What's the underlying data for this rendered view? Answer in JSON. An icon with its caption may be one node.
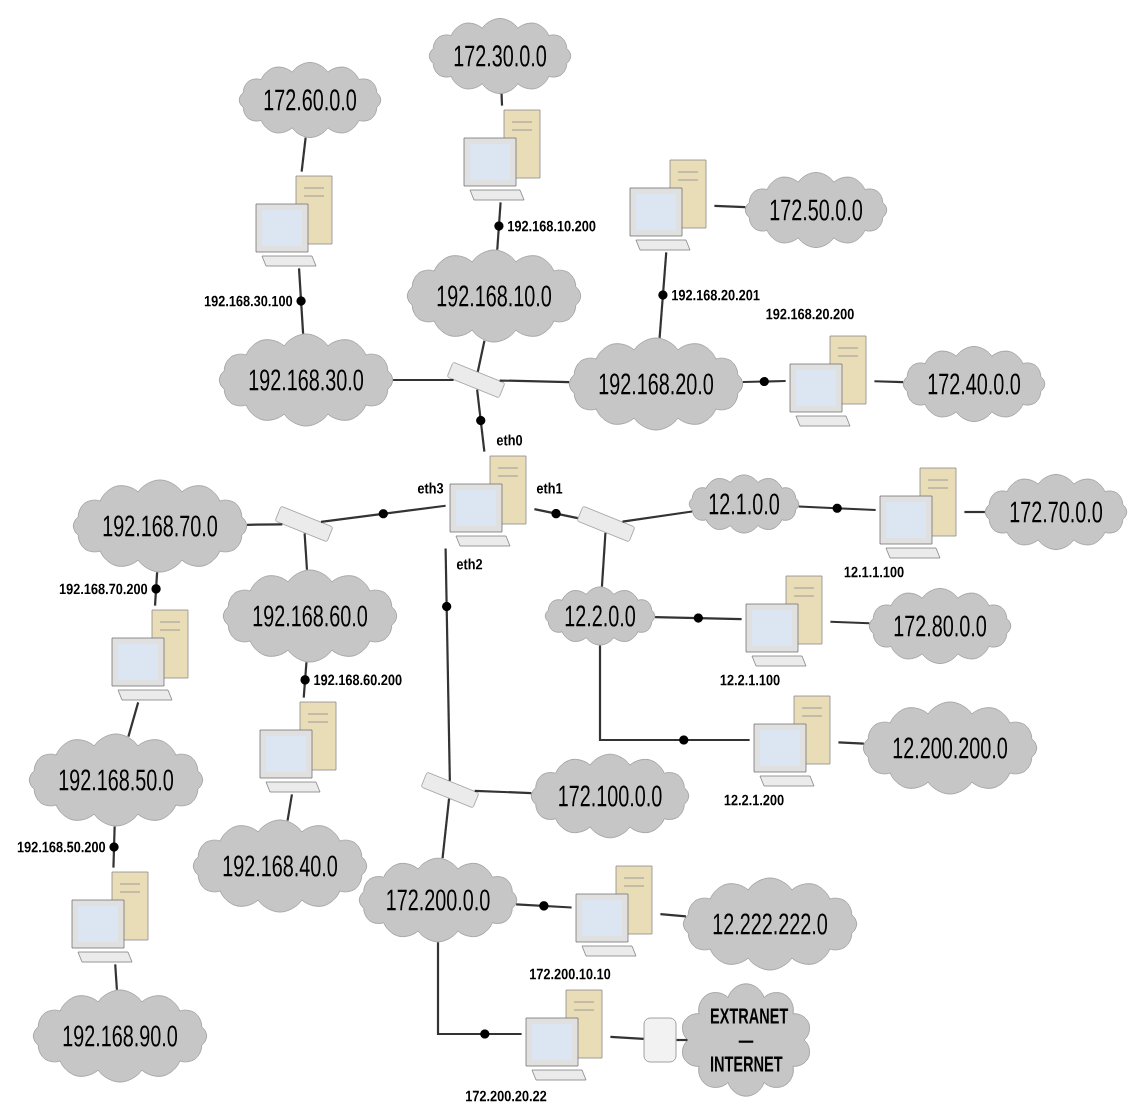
{
  "diagram": {
    "nodes": [
      {
        "text": [
          "172.30.0.0"
        ]
      },
      {
        "text": [
          "172.60.0.0"
        ]
      },
      {
        "text": [],
        "shape": "computer",
        "beside": [
          "192.168.10.200"
        ]
      },
      {
        "text": [
          "172.50.0.0"
        ]
      },
      {
        "text": [],
        "shape": "computer",
        "beside": [
          "192.168.20.201"
        ]
      },
      {
        "text": [],
        "shape": "computer",
        "beside": [
          "192.168.30.100"
        ]
      },
      {
        "text": [
          "192.168.10.0"
        ]
      },
      {
        "text": [
          "192.168.30.0"
        ]
      },
      {
        "text": [],
        "shape": "switch"
      },
      {
        "text": [
          "192.168.20.0"
        ]
      },
      {
        "text": [],
        "shape": "computer",
        "beside": [
          "192.168.20.200"
        ]
      },
      {
        "text": [
          "172.40.0.0"
        ]
      },
      {
        "text": [],
        "shape": "computer",
        "beside": [
          "eth0",
          "eth1",
          "eth3",
          "eth2"
        ]
      },
      {
        "text": [
          "192.168.70.0"
        ]
      },
      {
        "text": [],
        "shape": "switch"
      },
      {
        "text": [],
        "shape": "switch"
      },
      {
        "text": [
          "12.1.0.0"
        ]
      },
      {
        "text": [],
        "shape": "computer",
        "beside": [
          "12.1.1.100"
        ]
      },
      {
        "text": [
          "172.70.0.0"
        ]
      },
      {
        "text": [
          "12.2.0.0"
        ]
      },
      {
        "text": [
          "192.168.60.0"
        ]
      },
      {
        "text": [],
        "shape": "computer",
        "beside": [
          "12.2.1.100"
        ]
      },
      {
        "text": [
          "172.80.0.0"
        ]
      },
      {
        "text": [],
        "shape": "computer",
        "beside": [
          "192.168.70.200"
        ]
      },
      {
        "text": [],
        "shape": "computer",
        "beside": [
          "12.2.1.200"
        ]
      },
      {
        "text": [
          "12.200.200.0"
        ]
      },
      {
        "text": [],
        "shape": "computer",
        "beside": [
          "192.168.60.200"
        ]
      },
      {
        "text": [
          "192.168.50.0"
        ]
      },
      {
        "text": [],
        "shape": "switch"
      },
      {
        "text": [
          "172.100.0.0"
        ]
      },
      {
        "text": [
          "192.168.40.0"
        ]
      },
      {
        "text": [
          "172.200.0.0"
        ]
      },
      {
        "text": [],
        "shape": "computer",
        "beside": [
          "172.200.10.10"
        ]
      },
      {
        "text": [
          "12.222.222.0"
        ]
      },
      {
        "text": [],
        "shape": "computer",
        "beside": [
          "192.168.50.200"
        ]
      },
      {
        "text": [
          "192.168.90.0"
        ]
      },
      {
        "text": [],
        "shape": "computer",
        "beside": [
          "172.200.20.22"
        ]
      },
      {
        "text": [],
        "shape": "modem"
      },
      {
        "text": [
          "EXTRANET — INTERNET"
        ]
      }
    ],
    "edges": [
      {
        "from": 2,
        "to": 0,
        "arrow": "none"
      },
      {
        "from": 6,
        "to": 2,
        "arrow": "none"
      },
      {
        "from": 1,
        "to": 5,
        "arrow": "none"
      },
      {
        "from": 7,
        "to": 5,
        "arrow": "none"
      },
      {
        "from": 6,
        "to": 8,
        "arrow": "none"
      },
      {
        "from": 7,
        "to": 8,
        "arrow": "none"
      },
      {
        "from": 8,
        "to": 9,
        "arrow": "none"
      },
      {
        "from": 8,
        "to": 12,
        "arrow": "none"
      },
      {
        "from": 9,
        "to": 4,
        "arrow": "none"
      },
      {
        "from": 4,
        "to": 3,
        "arrow": "none"
      },
      {
        "from": 9,
        "to": 10,
        "arrow": "none"
      },
      {
        "from": 10,
        "to": 11,
        "arrow": "none"
      },
      {
        "from": 15,
        "to": 12,
        "arrow": "none"
      },
      {
        "from": 15,
        "to": 16,
        "arrow": "none"
      },
      {
        "from": 15,
        "to": 19,
        "arrow": "none"
      },
      {
        "from": 16,
        "to": 17,
        "arrow": "none"
      },
      {
        "from": 17,
        "to": 18,
        "arrow": "none"
      },
      {
        "from": 19,
        "to": 21,
        "arrow": "none"
      },
      {
        "from": 21,
        "to": 22,
        "arrow": "none"
      },
      {
        "from": 19,
        "to": 24,
        "arrow": "none"
      },
      {
        "from": 24,
        "to": 25,
        "arrow": "none"
      },
      {
        "from": 14,
        "to": 12,
        "arrow": "none"
      },
      {
        "from": 14,
        "to": 13,
        "arrow": "none"
      },
      {
        "from": 14,
        "to": 20,
        "arrow": "none"
      },
      {
        "from": 13,
        "to": 23,
        "arrow": "none"
      },
      {
        "from": 23,
        "to": 27,
        "arrow": "none"
      },
      {
        "from": 27,
        "to": 34,
        "arrow": "none"
      },
      {
        "from": 34,
        "to": 35,
        "arrow": "none"
      },
      {
        "from": 20,
        "to": 26,
        "arrow": "none"
      },
      {
        "from": 26,
        "to": 30,
        "arrow": "none"
      },
      {
        "from": 28,
        "to": 12,
        "arrow": "none"
      },
      {
        "from": 28,
        "to": 29,
        "arrow": "none"
      },
      {
        "from": 28,
        "to": 31,
        "arrow": "none"
      },
      {
        "from": 31,
        "to": 32,
        "arrow": "none"
      },
      {
        "from": 32,
        "to": 33,
        "arrow": "none"
      },
      {
        "from": 31,
        "to": 36,
        "arrow": "none"
      },
      {
        "from": 36,
        "to": 37,
        "arrow": "none"
      },
      {
        "from": 37,
        "to": 38,
        "arrow": "none"
      }
    ]
  }
}
